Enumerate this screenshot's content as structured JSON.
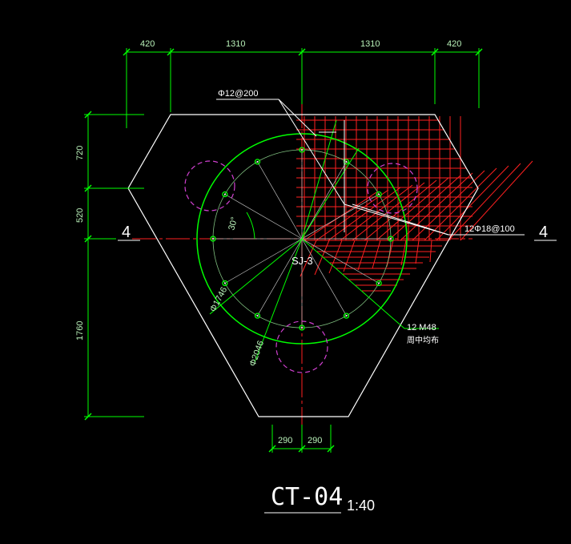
{
  "dimensions": {
    "top": [
      "420",
      "1310",
      "1310",
      "420"
    ],
    "left": [
      "720",
      "520",
      "1760"
    ],
    "bottom": [
      "290",
      "290"
    ]
  },
  "labels": {
    "rebar_top": "Φ12@200",
    "rebar_right": "12Φ18@100",
    "section_left": "4",
    "section_right": "4",
    "pile_label": "SJ-3",
    "angle": "30°",
    "dia_inner": "Φ1746",
    "dia_outer": "Φ2046",
    "bolts": "12 M48",
    "bolts_note": "周中均布"
  },
  "title": {
    "name": "CT-04",
    "scale": "1:40"
  },
  "colors": {
    "background": "#000000",
    "outline": "#ffffff",
    "dimension": "#00ff00",
    "rebar": "#ff2020",
    "anchor": "#d040d0"
  }
}
